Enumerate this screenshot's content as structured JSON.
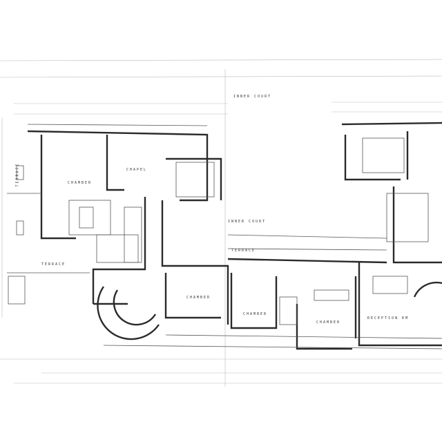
{
  "drawing": {
    "type": "architectural floor plan",
    "line_color": "#2a2a2a",
    "background": "#ffffff",
    "rooms": [
      {
        "label": "INNER COURT"
      },
      {
        "label": "INNER COURT"
      },
      {
        "label": "CHAPEL"
      },
      {
        "label": "CHAMBER"
      },
      {
        "label": "TERRACE"
      },
      {
        "label": "TERRACE"
      },
      {
        "label": "CHAMBER"
      },
      {
        "label": "CHAMBER"
      },
      {
        "label": "CHAMBER"
      },
      {
        "label": "RECEPTION RM"
      },
      {
        "label": "TERRACE"
      }
    ]
  }
}
